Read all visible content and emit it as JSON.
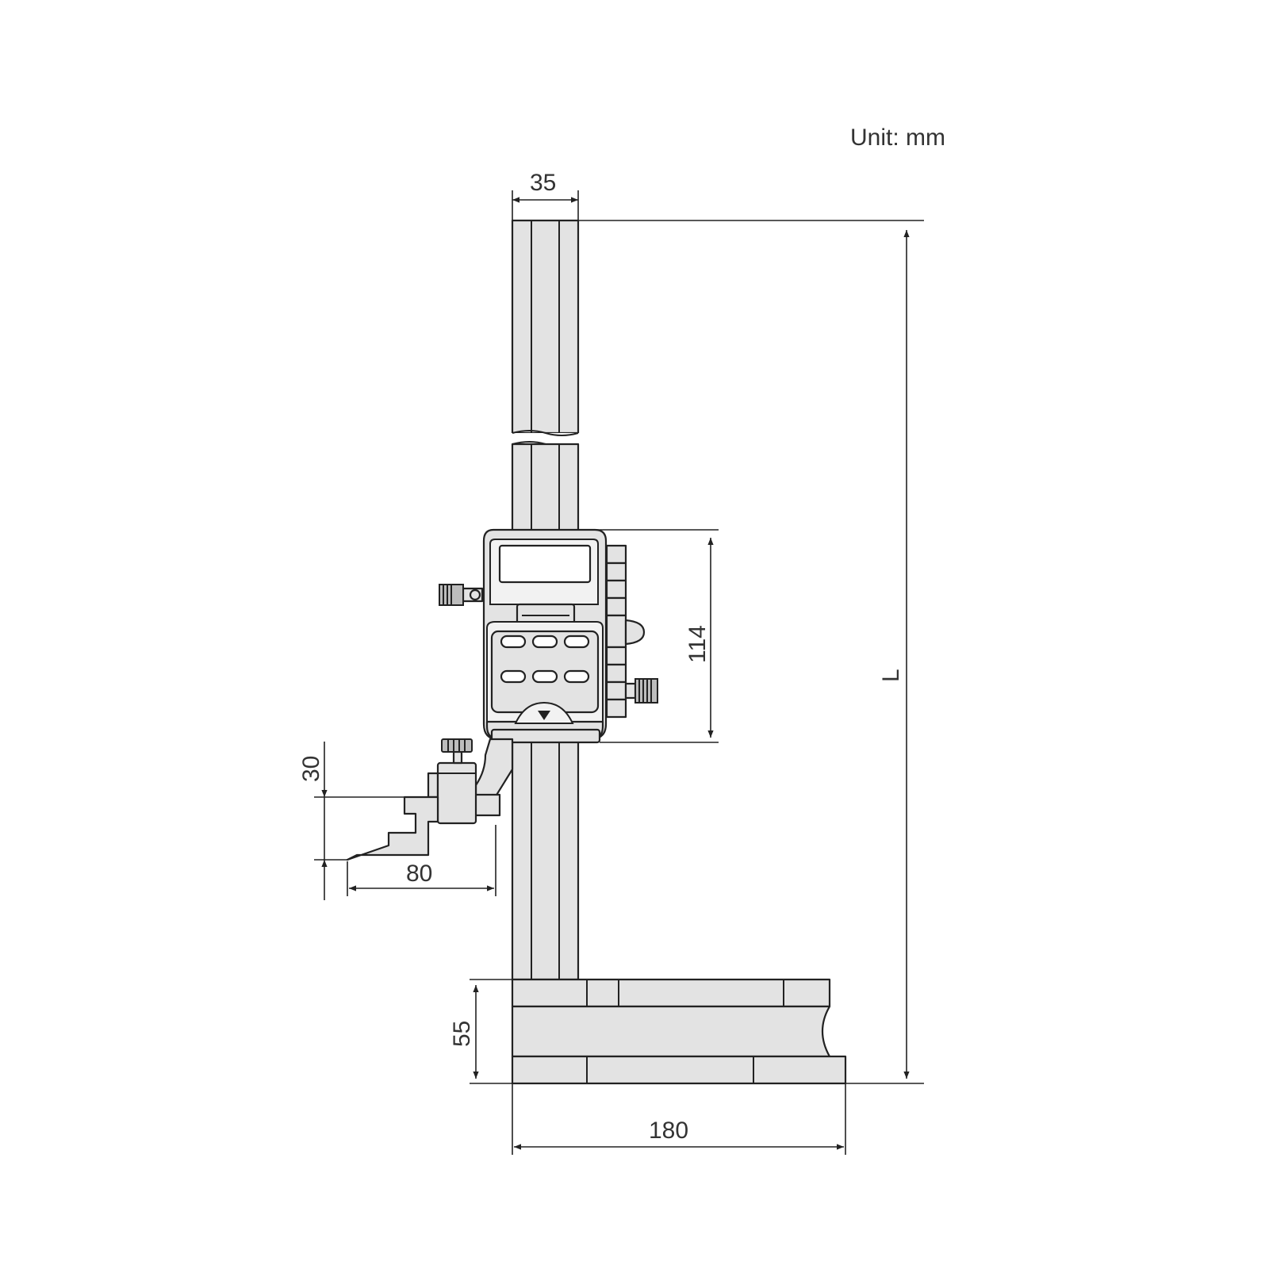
{
  "unit_label": "Unit: mm",
  "dimensions": {
    "column_width": "35",
    "display_head_height": "114",
    "overall_height": "L",
    "scriber_thickness": "30",
    "scriber_reach": "80",
    "base_height": "55",
    "base_length": "180"
  }
}
